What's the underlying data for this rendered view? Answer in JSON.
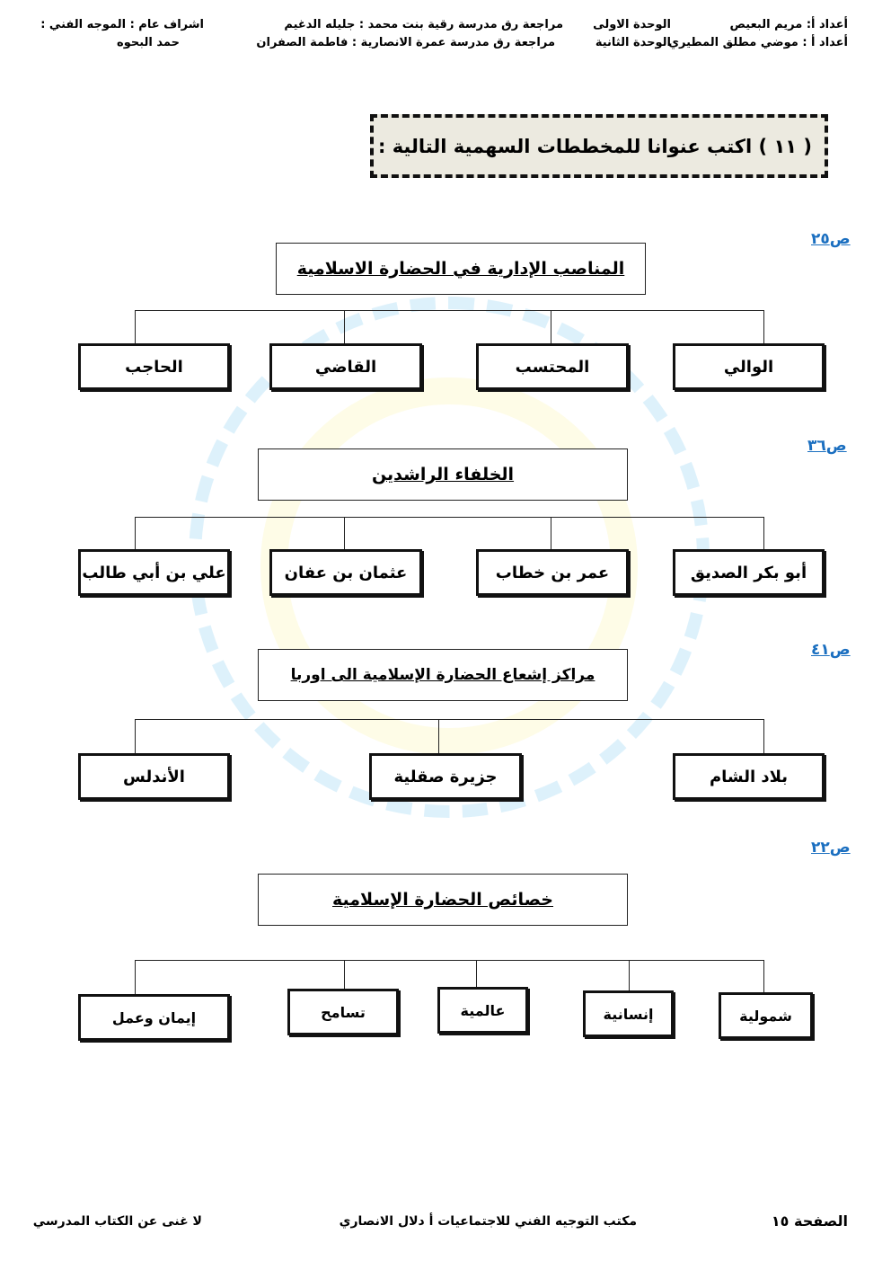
{
  "header": {
    "prep1": "أعداد أ: مريم البعيص",
    "unit1": "الوحدة الاولى",
    "review1": "مراجعة  رق مدرسة رقية بنت محمد  : جليله الدغيم",
    "supervisor": "اشراف عام : الموجه الفني :",
    "prep2": "أعداد أ : موضي مطلق المطيري",
    "unit2": "الوحدة الثانية",
    "review2": "مراجعة  رق مدرسة عمرة الانصارية : فاطمة الصفران",
    "supervisor_name": "حمد البحوه"
  },
  "question": "( ١١ ) اكتب عنوانا للمخططات السهمية التالية :",
  "diagrams": [
    {
      "ref": "ص٢٥",
      "title": "المناصب الإدارية في الحضارة الاسلامية",
      "children": [
        "الوالي",
        "المحتسب",
        "القاضي",
        "الحاجب"
      ]
    },
    {
      "ref": "ص٣٦",
      "title": "الخلفاء الراشدين",
      "children": [
        "أبو بكر الصديق",
        "عمر بن خطاب",
        "عثمان بن عفان",
        "علي بن أبي طالب"
      ]
    },
    {
      "ref": "ص٤١",
      "title": "مراكز إشعاع الحضارة الإسلامية الى اوربا",
      "children": [
        "بلاد الشام",
        "جزيرة صقلية",
        "الأندلس"
      ]
    },
    {
      "ref": "ص٢٢",
      "title": "خصائص الحضارة الإسلامية",
      "children": [
        "شمولية",
        "إنسانية",
        "عالمية",
        "تسامح",
        "إيمان وعمل"
      ]
    }
  ],
  "footer": {
    "page": "الصفحة ١٥",
    "office": "مكتب التوجيه الفني للاجتماعيات   أ دلال الانصاري",
    "slogan": "لا غنى عن الكتاب المدرسي"
  },
  "colors": {
    "ref": "#1b6fc0",
    "question_bg": "#eceae0"
  }
}
